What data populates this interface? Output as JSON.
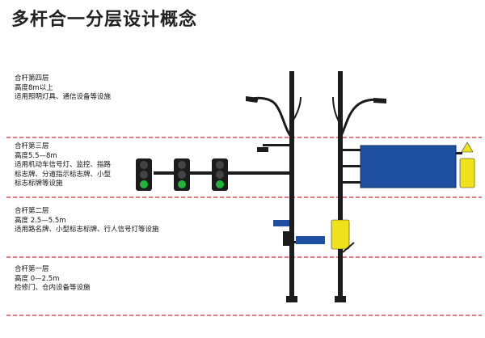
{
  "title": "多杆合一分层设计概念",
  "layers": [
    {
      "name": "合杆第四层",
      "height": "高度8m以上",
      "desc": [
        "适用照明灯具、通信设备等设施"
      ]
    },
    {
      "name": "合杆第三层",
      "height": "高度5.5—8m",
      "desc": [
        "适用机动车信号灯、监控、指路",
        "标志牌、分道指示标志牌、小型",
        "标志标牌等设施"
      ]
    },
    {
      "name": "合杆第二层",
      "height": "高度 2.5—5.5m",
      "desc": [
        "适用路名牌、小型标志标牌、行人信号灯等设施"
      ]
    },
    {
      "name": "合杆第一层",
      "height": "高度 0—2.5m",
      "desc": [
        "检修门、仓内设备等设施"
      ]
    }
  ],
  "colors": {
    "divider": "#c8323c",
    "pole": "#1c1c1c",
    "sign_blue": "#1f4fa0",
    "equipment_yellow": "#f0e21a",
    "signal_green": "#1fb53a"
  }
}
